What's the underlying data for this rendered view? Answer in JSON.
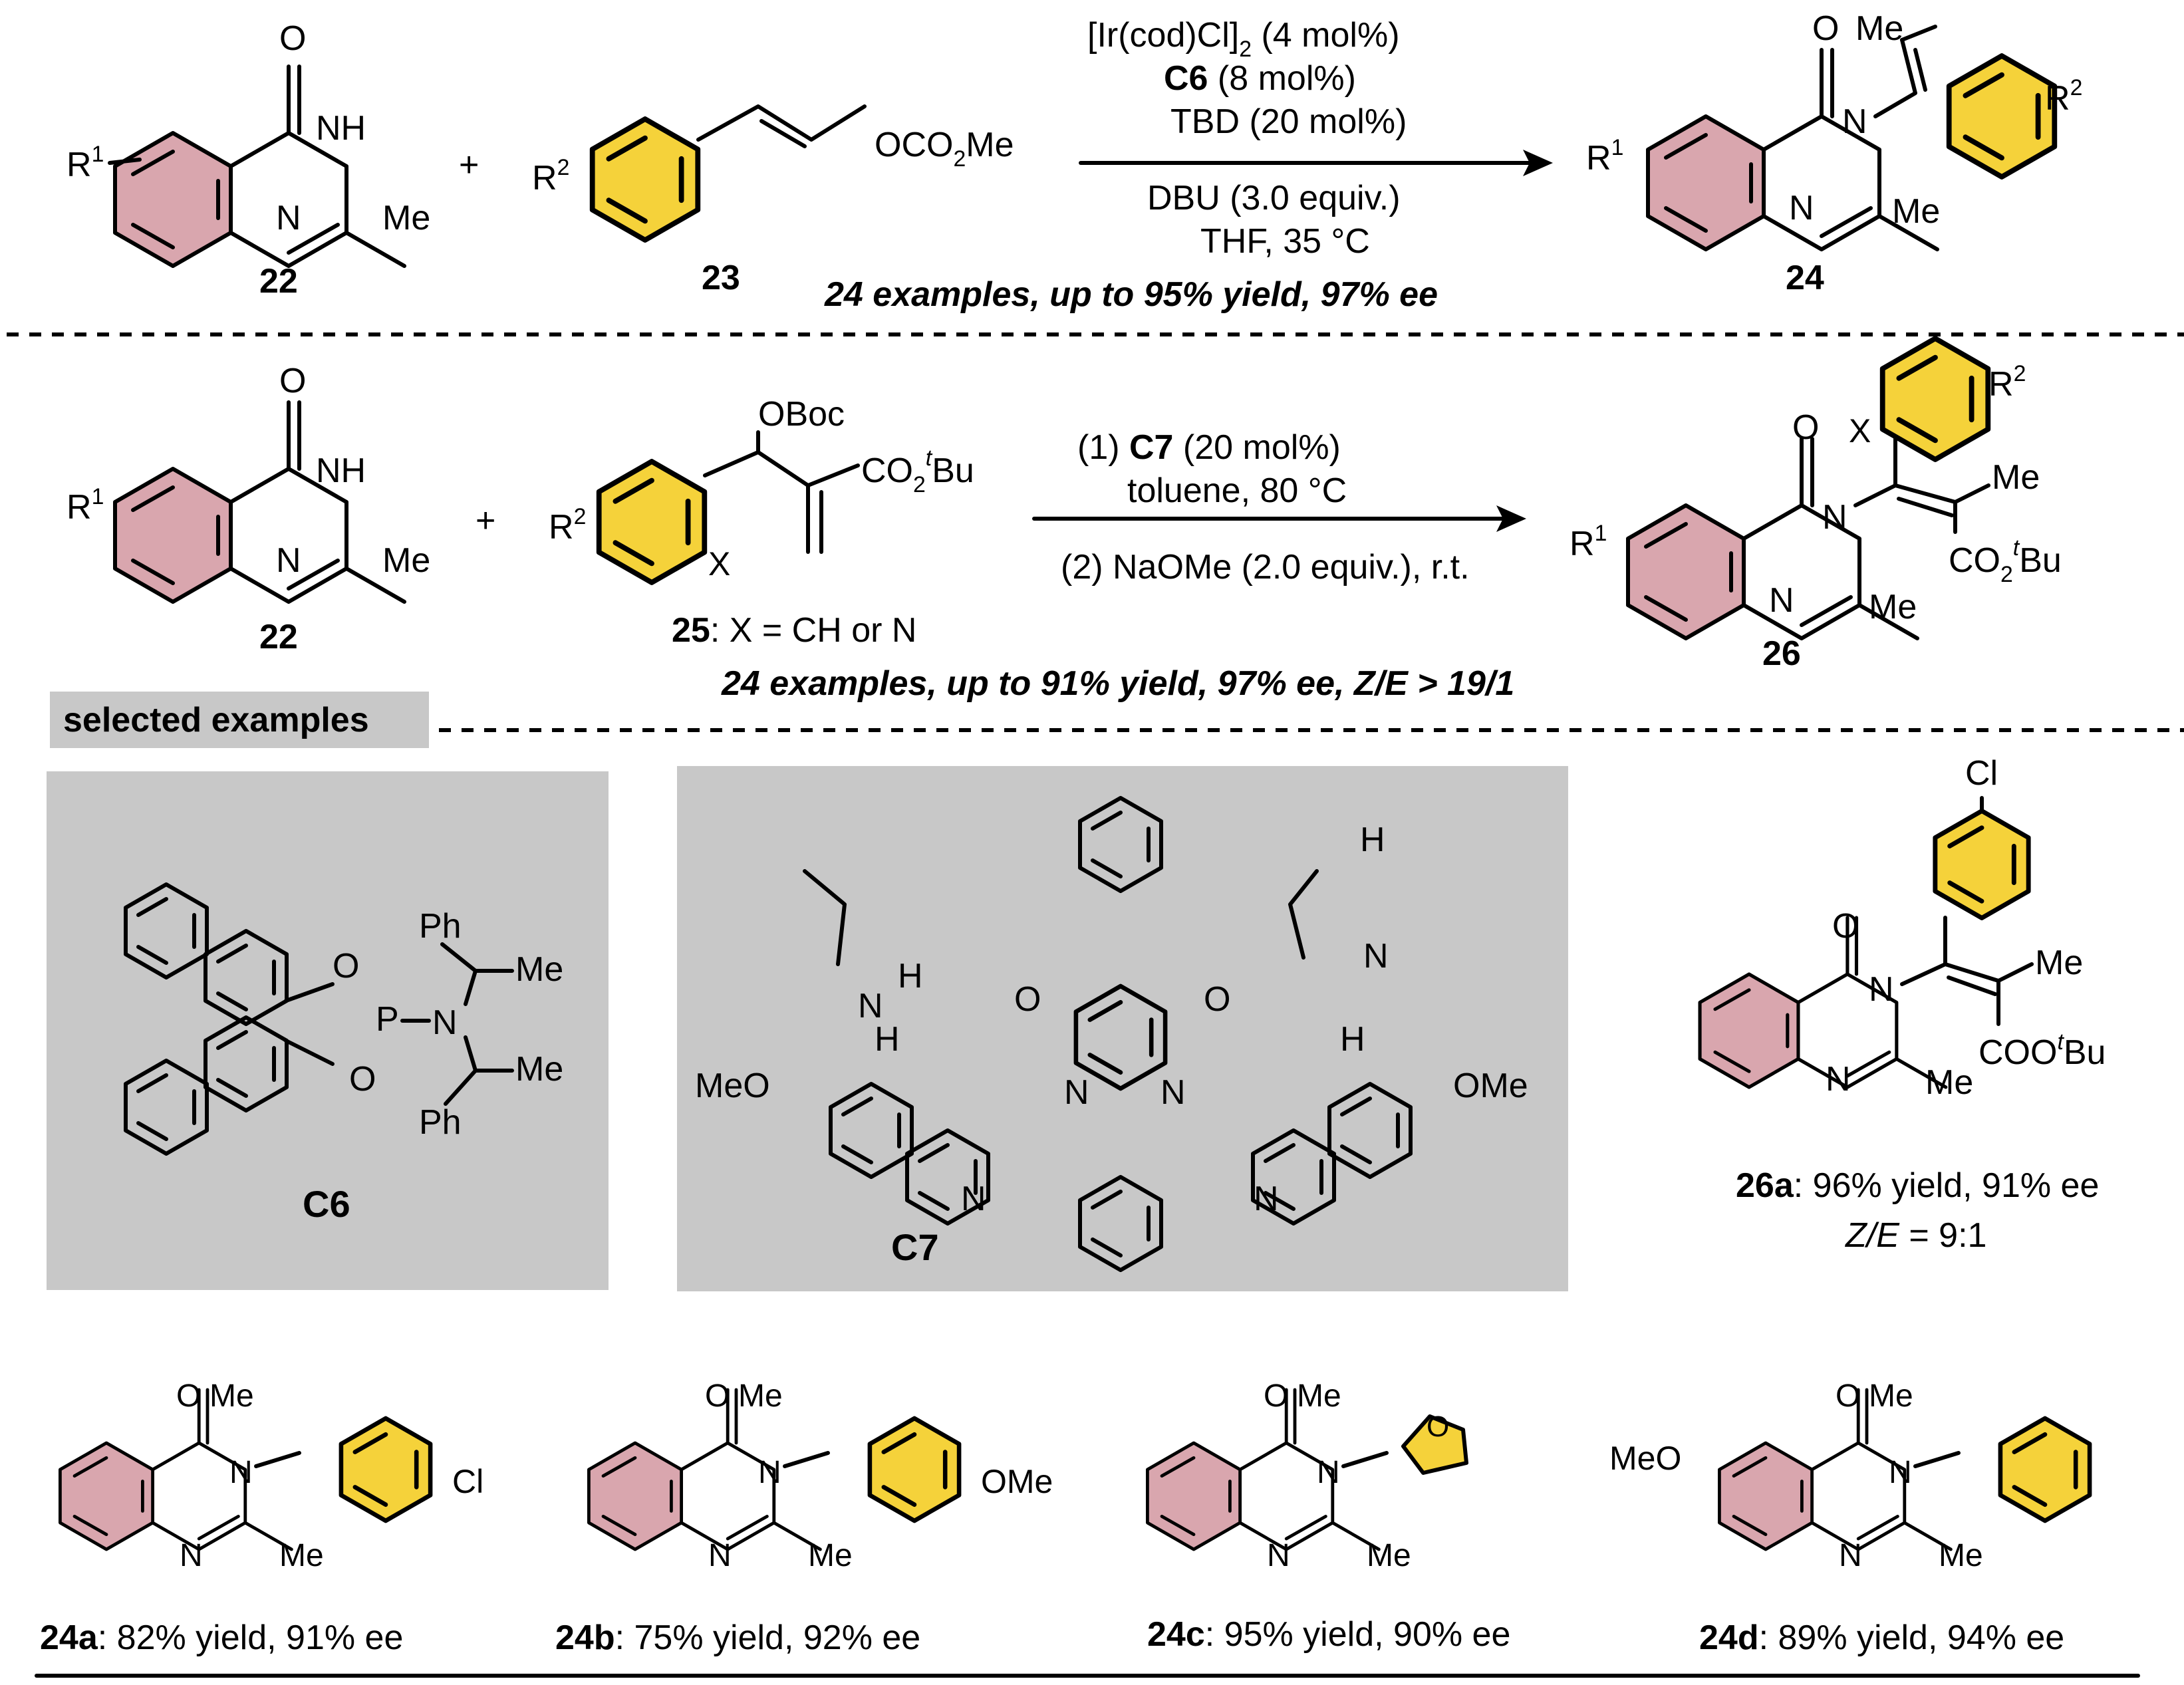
{
  "colors": {
    "red_ring": "#d9a6ae",
    "yellow_ring": "#f5d23a",
    "grey_box": "#c8c8c8"
  },
  "reaction1": {
    "reactant1": {
      "label": "22",
      "atoms": {
        "o": "O",
        "nh": "NH",
        "n": "N",
        "me": "Me",
        "r": "R",
        "r_sup": "1"
      }
    },
    "reactant2": {
      "label": "23",
      "atoms": {
        "r": "R",
        "r_sup": "2",
        "group": "OCO",
        "group_sub": "2",
        "group_tail": "Me"
      }
    },
    "conditions_above": [
      "[Ir(cod)Cl]",
      "2",
      " (4 mol%)",
      "C6",
      " (8 mol%)",
      "TBD (20 mol%)"
    ],
    "conditions_below": [
      "DBU (3.0 equiv.)",
      "THF,  35 °C"
    ],
    "summary": "24 examples, up to 95% yield,  97% ee",
    "product": {
      "label": "24",
      "atoms": {
        "o": "O",
        "me_top": "Me",
        "n": "N",
        "n2": "N",
        "me": "Me",
        "r1": "R",
        "r1_sup": "1",
        "r2": "R",
        "r2_sup": "2"
      }
    }
  },
  "reaction2": {
    "reactant1": {
      "label": "22"
    },
    "reactant2": {
      "label": "25",
      "label_suffix": ": X = CH or N",
      "atoms": {
        "oboc": "OBoc",
        "ester": "CO",
        "ester_sub": "2",
        "ester_sup": "t",
        "ester_tail": "Bu",
        "x": "X",
        "r": "R",
        "r_sup": "2"
      }
    },
    "conditions_above": [
      "(1) ",
      "C7",
      " (20 mol%)",
      "toluene, 80 °C"
    ],
    "conditions_below": [
      "(2) NaOMe (2.0 equiv.), r.t."
    ],
    "summary": "24 examples, up to 91% yield, 97% ee, Z/E > 19/1",
    "product": {
      "label": "26",
      "atoms": {
        "x": "X",
        "me": "Me",
        "me2": "Me"
      }
    }
  },
  "section_label": "selected examples",
  "catalysts": {
    "c6": {
      "label": "C6",
      "atoms": {
        "o1": "O",
        "o2": "O",
        "p": "P",
        "n": "N",
        "ph1": "Ph",
        "ph2": "Ph",
        "me1": "Me",
        "me2": "Me"
      }
    },
    "c7": {
      "label": "C7",
      "atoms": {
        "h1": "H",
        "h2": "H",
        "h3": "H",
        "h4": "H",
        "n1": "N",
        "n2": "N",
        "o1": "O",
        "o2": "O",
        "n3": "N",
        "n4": "N",
        "meo": "MeO",
        "ome": "OMe",
        "n5": "N",
        "n6": "N"
      }
    }
  },
  "example_26a": {
    "label": "26a",
    "yield": ": 96% yield, 91% ee",
    "ratio_label": "Z/E",
    "ratio_value": " = 9:1",
    "atoms": {
      "cl": "Cl",
      "o": "O",
      "n": "N",
      "me": "Me",
      "ester": "COO",
      "ester_sup": "t",
      "ester_tail": "Bu",
      "me2": "Me"
    }
  },
  "examples_24": [
    {
      "id": "24a",
      "text": ": 82% yield, 91% ee",
      "sub": "Cl"
    },
    {
      "id": "24b",
      "text": ": 75% yield, 92% ee",
      "sub": "OMe"
    },
    {
      "id": "24c",
      "text": ": 95% yield, 90% ee",
      "sub": "O"
    },
    {
      "id": "24d",
      "text": ": 89% yield, 94% ee",
      "sub": "MeO"
    }
  ]
}
